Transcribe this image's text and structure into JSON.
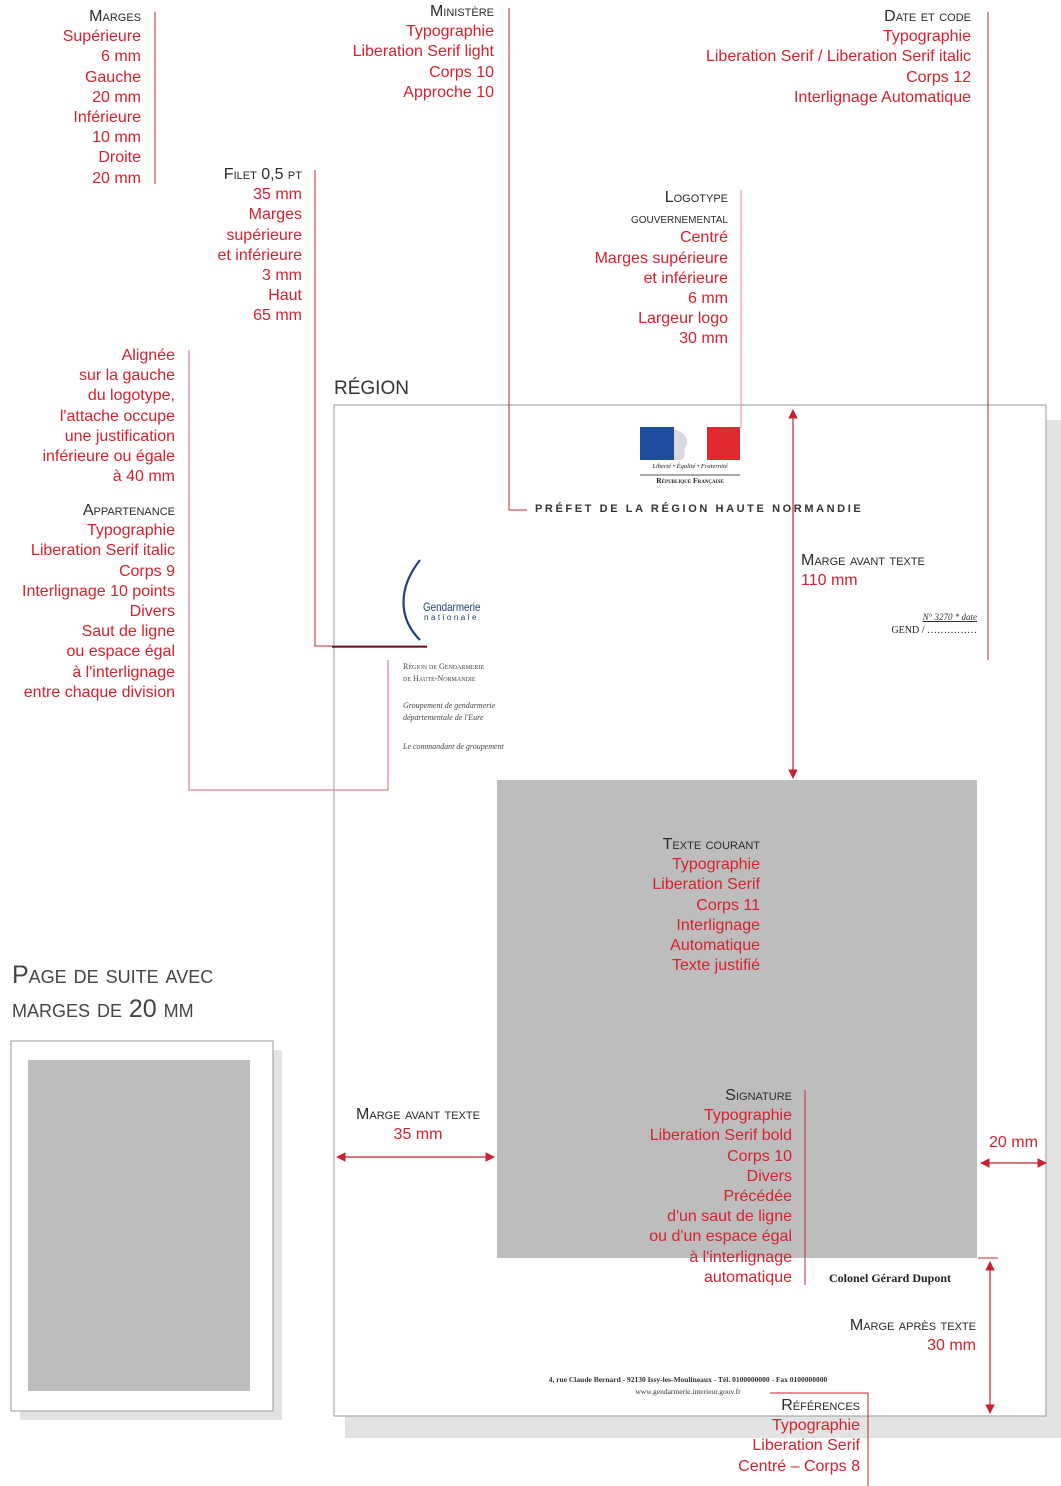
{
  "margins": {
    "heading": "Marges",
    "lines": [
      "Supérieure",
      "6 mm",
      "Gauche",
      "20 mm",
      "Inférieure",
      "10 mm",
      "Droite",
      "20 mm"
    ]
  },
  "ministere": {
    "heading": "Ministère",
    "lines": [
      "Typographie",
      "Liberation Serif light",
      "Corps 10",
      "Approche 10"
    ]
  },
  "date_code": {
    "heading": "Date et code",
    "lines": [
      "Typographie",
      "Liberation Serif / Liberation Serif italic",
      "Corps 12",
      "Interlignage Automatique"
    ]
  },
  "filet": {
    "heading": "Filet 0,5 pt",
    "lines": [
      "35 mm",
      "Marges",
      "supérieure",
      "et inférieure",
      "3 mm",
      "Haut",
      "65 mm"
    ]
  },
  "logotype": {
    "heading_1": "Logotype",
    "heading_2": "gouvernemental",
    "lines": [
      "Centré",
      "Marges supérieure",
      "et inférieure",
      "6 mm",
      "Largeur logo",
      "30 mm"
    ]
  },
  "alignee": {
    "lines": [
      "Alignée",
      "sur la gauche",
      "du logotype,",
      "l'attache occupe",
      "une justification",
      "inférieure ou égale",
      "à 40 mm"
    ]
  },
  "appartenance": {
    "heading": "Appartenance",
    "lines": [
      "Typographie",
      "Liberation Serif italic",
      "Corps 9",
      "Interlignage 10 points",
      "Divers",
      "Saut de ligne",
      "ou espace égal",
      "à l'interlignage",
      "entre chaque division"
    ]
  },
  "region_label": "RÉGION",
  "letter": {
    "republique_motto": "Liberté • Égalité • Fraternité",
    "republique_name": "République Française",
    "prefet": "PRÉFET DE LA RÉGION HAUTE NORMANDIE",
    "gendarmerie": "Gendarmerie",
    "gendarmerie_sub": "nationale",
    "attache_1": "Région de Gendarmerie",
    "attache_2": "de Haute-Normandie",
    "attache_3": "Groupement de gendarmerie",
    "attache_4": "départementale de l'Eure",
    "attache_5": "Le commandant de groupement",
    "ref_number": "N° 3270 * date",
    "ref_gend": "GEND / ……………",
    "signature_name": "Colonel Gérard Dupont",
    "footer_address": "4, rue Claude Bernard - 92130 Issy-les-Moulineaux - Tél. 0100000000 - Fax 0100000000",
    "footer_web": "www.gendarmerie.interieur.gouv.fr"
  },
  "marge_avant_top": {
    "heading": "Marge avant texte",
    "value": "110 mm"
  },
  "texte_courant": {
    "heading": "Texte courant",
    "lines": [
      "Typographie",
      "Liberation Serif",
      "Corps 11",
      "Interlignage",
      "Automatique",
      "Texte justifié"
    ]
  },
  "signature": {
    "heading": "Signature",
    "lines": [
      "Typographie",
      "Liberation Serif bold",
      "Corps 10",
      "Divers",
      "Précédée",
      "d'un saut de ligne",
      "ou d'un espace égal",
      "à l'interlignage",
      "automatique"
    ]
  },
  "marge_avant_left": {
    "heading": "Marge avant texte",
    "value": "35 mm"
  },
  "marge_right": {
    "value": "20 mm"
  },
  "marge_apres": {
    "heading": "Marge après texte",
    "value": "30 mm"
  },
  "references": {
    "heading": "Références",
    "lines": [
      "Typographie",
      "Liberation Serif",
      "Centré – Corps 8"
    ]
  },
  "page_suite": {
    "line_1": "Page de suite avec",
    "line_2": "marges de 20 mm"
  },
  "colors": {
    "annotation_red": "#d8202e",
    "text_area_gray": "#bdbdbd",
    "flag_blue": "#1f4e9e",
    "flag_red": "#e0282e"
  }
}
